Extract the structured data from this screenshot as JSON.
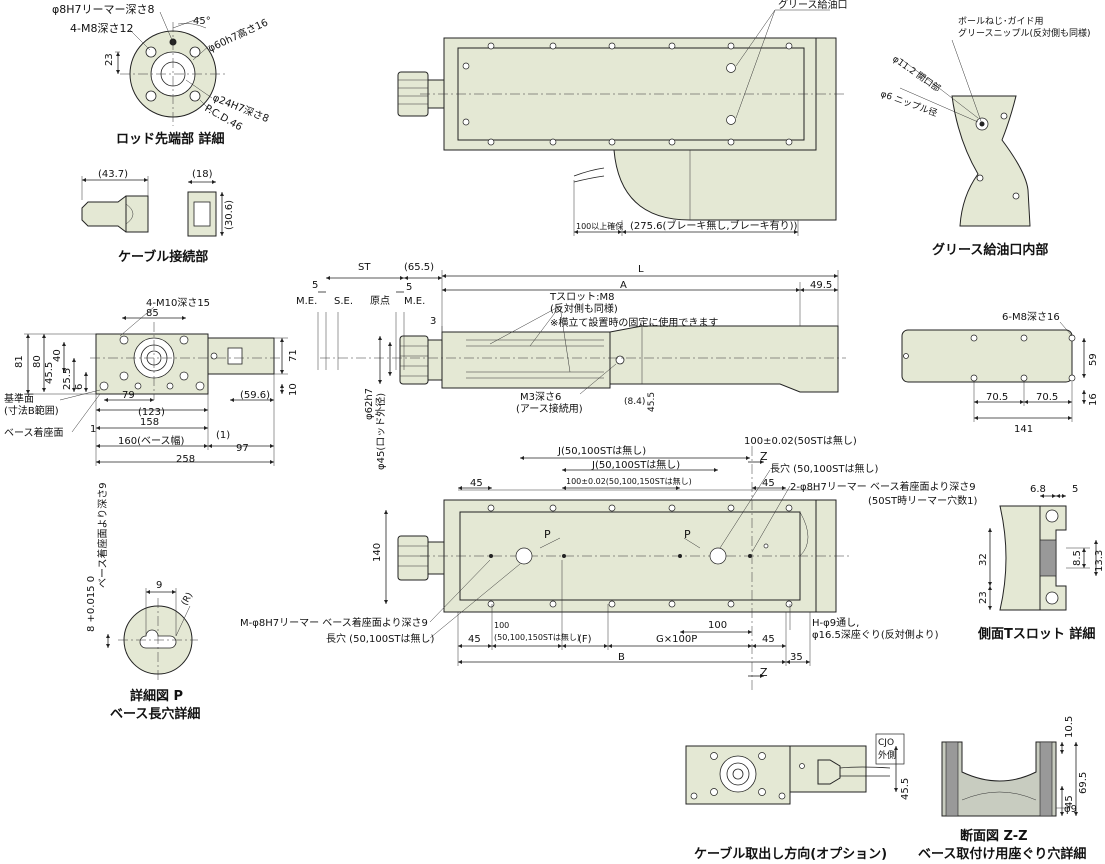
{
  "captions": {
    "rod_end": "ロッド先端部 詳細",
    "cable_conn": "ケーブル接続部",
    "grease_port": "グリース給油口内部",
    "side_tslot": "側面Tスロット 詳細",
    "detail_p_1": "詳細図 P",
    "detail_p_2": "ベース長穴詳細",
    "cable_option": "ケーブル取出し方向(オプション)",
    "section_1": "断面図 Z-Z",
    "section_2": "ベース取付け用座ぐり穴詳細"
  },
  "rod_end": {
    "reamer": "φ8H7リーマー深さ8",
    "tap": "4-M8深さ12",
    "angle": "45°",
    "dim_23": "23",
    "d60": "φ60h7高さ16",
    "d24": "φ24H7深さ8",
    "pcd": "P.C.D.46"
  },
  "cable_conn": {
    "w437": "(43.7)",
    "w18": "(18)",
    "h306": "(30.6)"
  },
  "top_view": {
    "grease_port": "グリース給油口",
    "clearance": "100以上確保",
    "length": "(275.6(ブレーキ無し,ブレーキ有り))"
  },
  "grease_inner": {
    "ballscrew": "ボールねじ･ガイド用",
    "nipple": "グリースニップル(反対側も同様)",
    "d112": "φ11.2 開口部",
    "d6": "φ6 ニップル径"
  },
  "front_view": {
    "tap": "4-M10深さ15",
    "d85": "85",
    "d81": "81",
    "d80": "80",
    "d40": "40",
    "d455": "45.5",
    "d255": "25.5",
    "d6": "6",
    "d79": "79",
    "d123": "(123)",
    "d158": "158",
    "d1": "1",
    "d160": "160(ベース幅)",
    "d1p": "(1)",
    "d97": "97",
    "d258": "258",
    "d596": "(59.6)",
    "d71": "71",
    "d10": "10",
    "ref1": "基準面",
    "ref2": "(寸法B範囲)",
    "mount": "ベース着座面"
  },
  "side_view": {
    "st": "ST",
    "d655": "(65.5)",
    "d5a": "5",
    "d5b": "5",
    "me1": "M.E.",
    "se": "S.E.",
    "origin": "原点",
    "me2": "M.E.",
    "l": "L",
    "a": "A",
    "d495": "49.5",
    "d3": "3",
    "tslot1": "Tスロット:M8",
    "tslot2": "(反対側も同様)",
    "tslot3": "※横立て設置時の固定に使用できます",
    "m3a": "M3深さ6",
    "m3b": "(アース接続用)",
    "d84": "(8.4)",
    "d455": "45.5",
    "d62": "φ62h7",
    "d45": "φ45(ロッド外径)"
  },
  "right_end": {
    "tap": "6-M8深さ16",
    "d59": "59",
    "d705a": "70.5",
    "d705b": "70.5",
    "d141": "141",
    "d16": "16"
  },
  "bottom_view": {
    "j1": "J(50,100STは無し)",
    "j2": "J(50,100STは無し)",
    "t100": "100±0.02(50STは無し)",
    "z_top": "Z",
    "slot": "長穴 (50,100STは無し)",
    "reamer2": "2-φ8H7リーマー ベース着座面より深さ9",
    "reamer2b": "(50ST時リーマー穴数1)",
    "d45a": "45",
    "d45b": "45",
    "t100b": "100±0.02(50,100,150STは無し)",
    "d140": "140",
    "p1": "P",
    "p2": "P",
    "mreamer": "M-φ8H7リーマー ベース着座面より深さ9",
    "slot2": "長穴 (50,100STは無し)",
    "d45c": "45",
    "d100a": "100",
    "d100b": "(50,100,150STは無し)",
    "f": "(F)",
    "g": "G×100P",
    "d100c": "100",
    "d45d": "45",
    "h1": "H-φ9通し,",
    "h2": "φ16.5深座ぐり(反対側より)",
    "b": "B",
    "d35": "35",
    "z_bot": "Z"
  },
  "tslot_detail": {
    "d68": "6.8",
    "d5": "5",
    "d32": "32",
    "d85": "8.5",
    "d133": "13.3",
    "d23": "23"
  },
  "detail_p": {
    "depth": "ベース着座面より深さ9",
    "tol": "8 +0.015 0",
    "d9": "9",
    "r": "(R)"
  },
  "cable_opt": {
    "cjo1": "CJO",
    "cjo2": "外側",
    "d455": "45.5"
  },
  "section": {
    "d105": "10.5",
    "d695": "69.5",
    "d45": "45",
    "d9": "φ9"
  }
}
